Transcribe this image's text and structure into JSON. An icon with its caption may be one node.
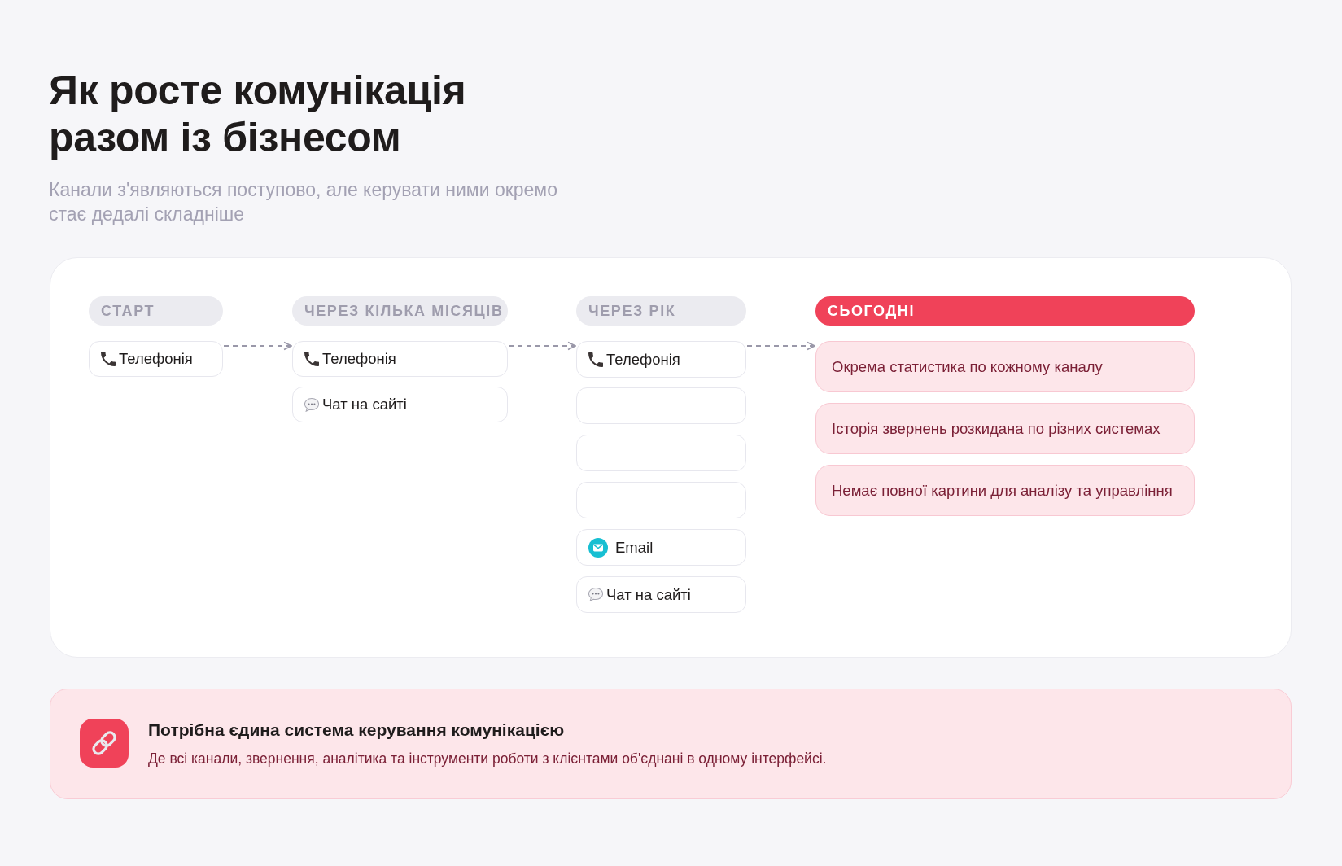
{
  "diagram": {
    "title": "Як росте комунікація разом із бізнесом",
    "nodes": [
      {
        "text": [
          "СТАРТ"
        ]
      },
      {
        "text": [
          "Телефонія"
        ]
      },
      {
        "text": [
          "ЧЕРЕЗ КІЛЬКА МІСЯЦІВ"
        ]
      },
      {
        "text": [
          "Телефонія"
        ]
      },
      {
        "text": [
          "Чат на сайті"
        ]
      },
      {
        "text": [
          "ЧЕРЕЗ РІК"
        ]
      },
      {
        "text": [
          "Телефонія"
        ]
      },
      {
        "text": [],
        "shape": "box"
      },
      {
        "text": [],
        "shape": "box"
      },
      {
        "text": [],
        "shape": "box"
      },
      {
        "text": [
          "Email"
        ]
      },
      {
        "text": [
          "Чат на сайті"
        ]
      },
      {
        "text": [
          "СЬОГОДНІ"
        ]
      },
      {
        "text": [
          "Окрема статистика по кожному каналу"
        ]
      },
      {
        "text": [
          "Історія звернень розкидана по різних системах"
        ]
      },
      {
        "text": [
          "Немає повної картини для аналізу та управління"
        ]
      },
      {
        "text": [
          "Потрібна єдина система керування комунікацією",
          "Де всі канали, звернення, аналітика та інструменти роботи з клієнтами об'єднані в одному інтерфейсі."
        ]
      }
    ],
    "edges": [
      {
        "from": 1,
        "to": 3,
        "arrow": "to",
        "style": "dashed"
      },
      {
        "from": 3,
        "to": 6,
        "arrow": "to",
        "style": "dashed"
      },
      {
        "from": 6,
        "to": 13,
        "arrow": "to",
        "style": "dashed"
      }
    ],
    "labels": [
      "Канали з'являються поступово, але керувати ними окремо стає дедалі складніше"
    ]
  }
}
